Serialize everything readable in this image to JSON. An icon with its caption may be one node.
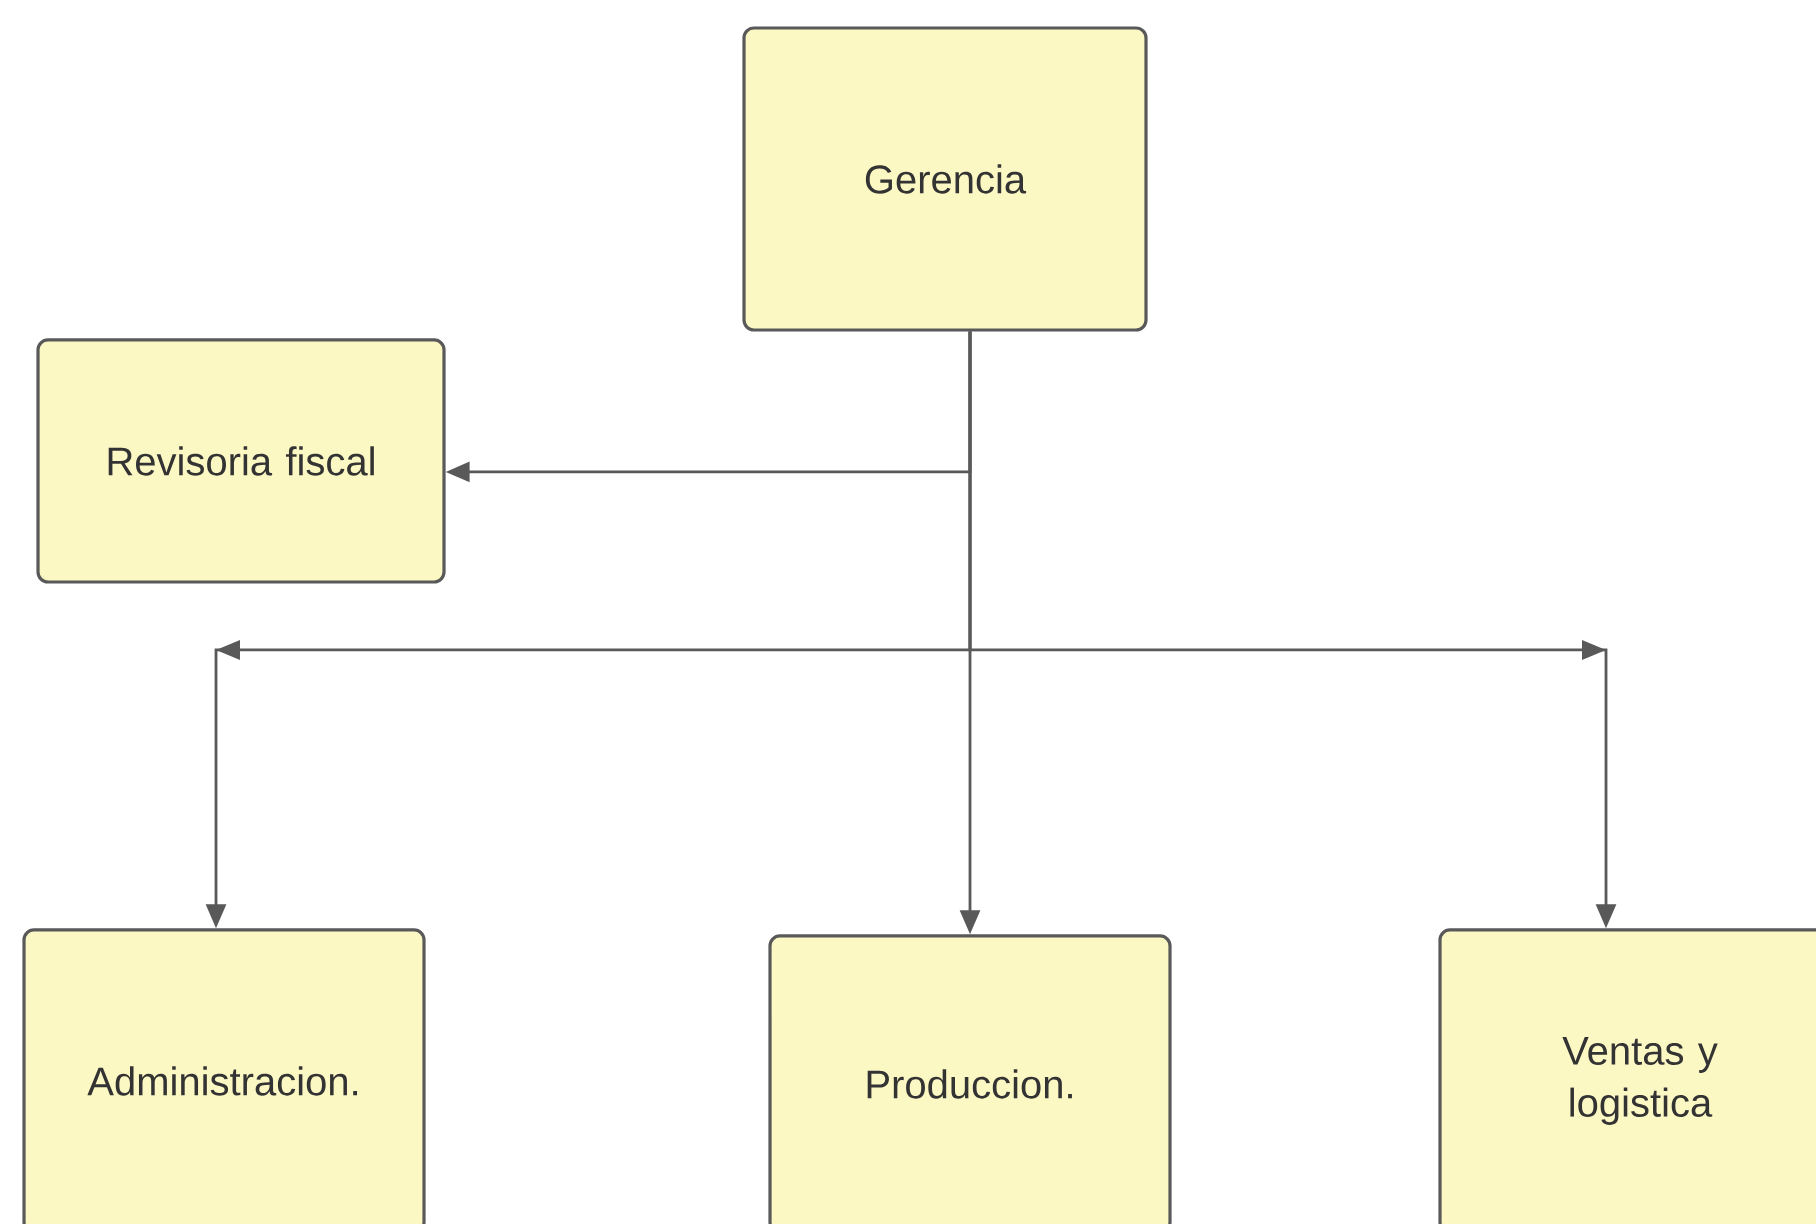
{
  "diagram": {
    "nodes": [
      {
        "text": [
          "Gerencia"
        ]
      },
      {
        "text": [
          "Revisoria fiscal"
        ]
      },
      {
        "text": [
          "Administracion."
        ]
      },
      {
        "text": [
          "Produccion."
        ]
      },
      {
        "text": [
          "Ventas y logistica"
        ]
      }
    ],
    "edges": [
      {
        "from": 0,
        "to": 1,
        "arrow": "to"
      },
      {
        "from": 0,
        "to": 2,
        "arrow": "to"
      },
      {
        "from": 0,
        "to": 3,
        "arrow": "to"
      },
      {
        "from": 0,
        "to": 4,
        "arrow": "to"
      }
    ]
  }
}
